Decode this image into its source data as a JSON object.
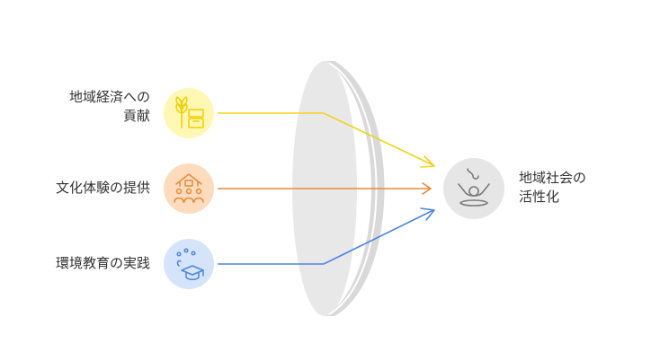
{
  "inputs": [
    {
      "lines": [
        "地域経済への",
        "貢献"
      ],
      "icon": "wheat-crate-icon",
      "fill": "#FFF7B3",
      "stroke": "#F0CF00",
      "arrow": "#F2D21C"
    },
    {
      "lines": [
        "文化体験の提供"
      ],
      "icon": "community-house-icon",
      "fill": "#FDDCBE",
      "stroke": "#E58A3C",
      "arrow": "#E58A3C"
    },
    {
      "lines": [
        "環境教育の実践"
      ],
      "icon": "graduation-cap-icon",
      "fill": "#D6E4FB",
      "stroke": "#4A86E0",
      "arrow": "#4A86E0"
    }
  ],
  "output": {
    "lines": [
      "地域社会の",
      "活性化"
    ],
    "icon": "community-activation-icon",
    "fill": "#E6E6E6",
    "stroke": "#7A7A7A"
  },
  "colors": {
    "lens_front": "#E8E8E8",
    "lens_back": "#D9D9D9",
    "text": "#333333"
  }
}
